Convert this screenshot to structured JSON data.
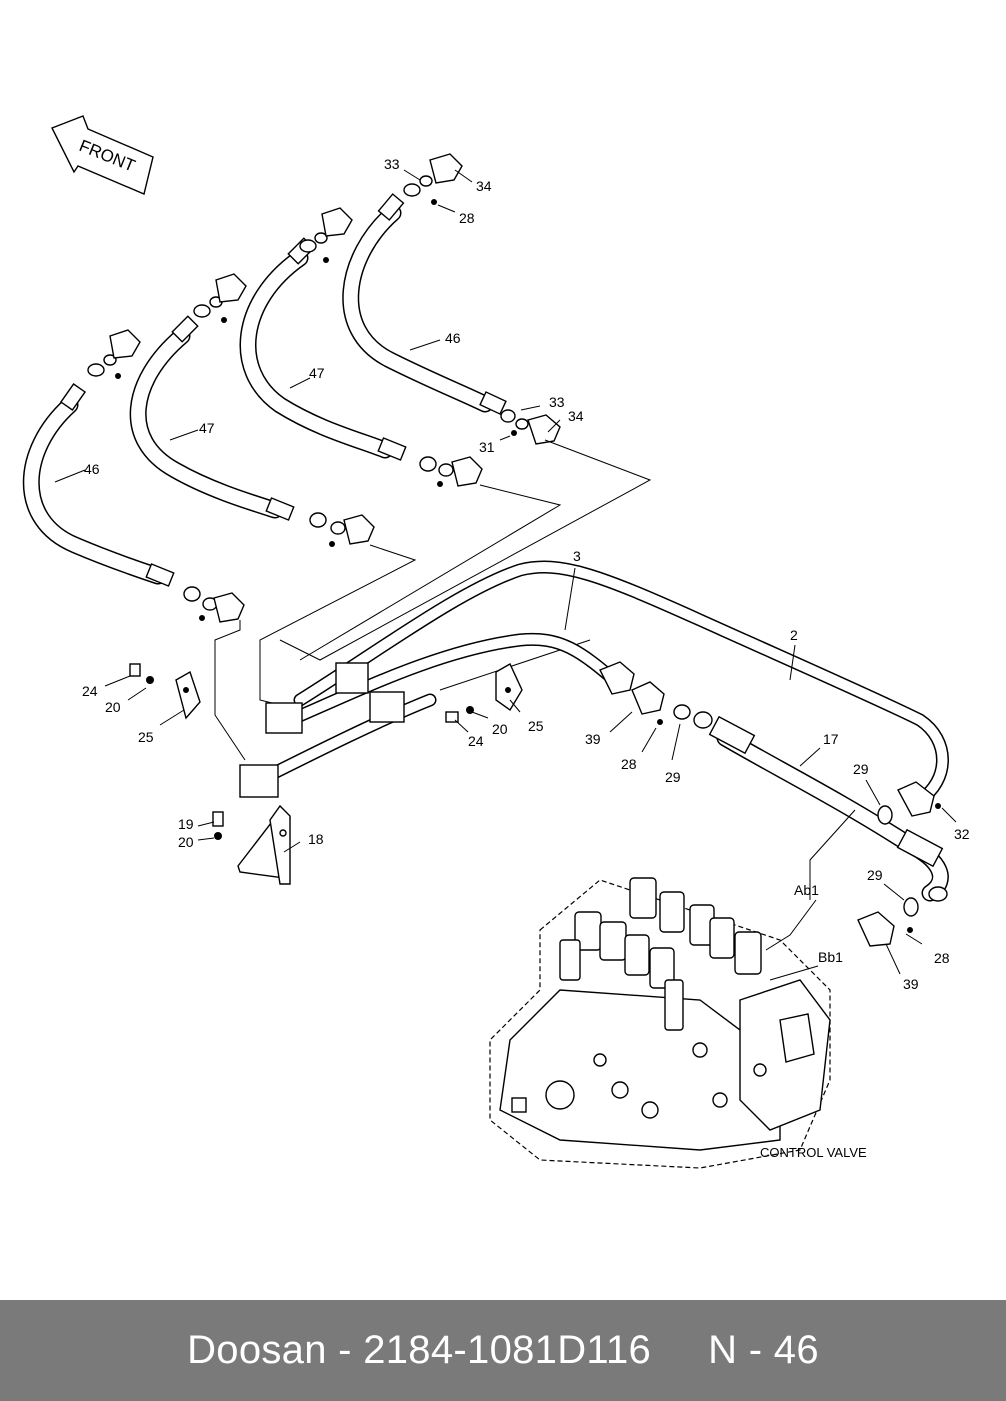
{
  "diagram": {
    "front_label": "FRONT",
    "component_label": "CONTROL VALVE",
    "callouts": [
      {
        "id": "c1",
        "text": "33"
      },
      {
        "id": "c2",
        "text": "34"
      },
      {
        "id": "c3",
        "text": "28"
      },
      {
        "id": "c4",
        "text": "46"
      },
      {
        "id": "c5",
        "text": "47"
      },
      {
        "id": "c6",
        "text": "47"
      },
      {
        "id": "c7",
        "text": "46"
      },
      {
        "id": "c8",
        "text": "33"
      },
      {
        "id": "c9",
        "text": "34"
      },
      {
        "id": "c10",
        "text": "31"
      },
      {
        "id": "c11",
        "text": "3"
      },
      {
        "id": "c12",
        "text": "2"
      },
      {
        "id": "c13",
        "text": "24"
      },
      {
        "id": "c14",
        "text": "20"
      },
      {
        "id": "c15",
        "text": "25"
      },
      {
        "id": "c16",
        "text": "24"
      },
      {
        "id": "c17",
        "text": "20"
      },
      {
        "id": "c18",
        "text": "25"
      },
      {
        "id": "c19",
        "text": "39"
      },
      {
        "id": "c20",
        "text": "28"
      },
      {
        "id": "c21",
        "text": "29"
      },
      {
        "id": "c22",
        "text": "17"
      },
      {
        "id": "c23",
        "text": "29"
      },
      {
        "id": "c24",
        "text": "32"
      },
      {
        "id": "c25",
        "text": "19"
      },
      {
        "id": "c26",
        "text": "20"
      },
      {
        "id": "c27",
        "text": "18"
      },
      {
        "id": "c28",
        "text": "Ab1"
      },
      {
        "id": "c29",
        "text": "29"
      },
      {
        "id": "c30",
        "text": "Bb1"
      },
      {
        "id": "c31",
        "text": "28"
      },
      {
        "id": "c32",
        "text": "39"
      }
    ]
  },
  "footer": {
    "brand": "Doosan",
    "separator": " - ",
    "part_number": "2184-1081D116",
    "page_ref": "N - 46"
  }
}
